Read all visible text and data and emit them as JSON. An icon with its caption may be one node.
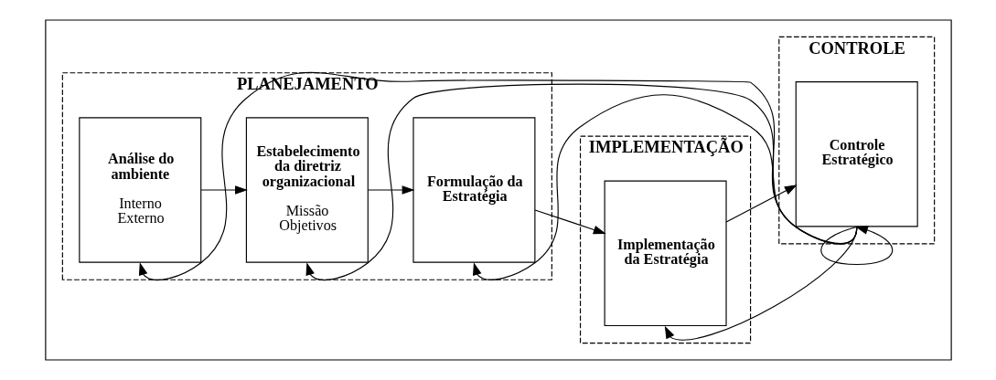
{
  "diagram": {
    "nodes": [
      {
        "text": [],
        "shape": "box"
      },
      {
        "text": [
          "PLANEJAMENTO"
        ],
        "in": 0
      },
      {
        "text": [
          "Análise do ambiente",
          "Interno Externo"
        ],
        "in": 1
      },
      {
        "text": [
          "Estabelecimento da diretriz organizacional",
          "Missão Objetivos"
        ],
        "in": 1
      },
      {
        "text": [
          "Formulação da Estratégia"
        ],
        "in": 1
      },
      {
        "text": [
          "IMPLEMENTAÇÃO"
        ],
        "in": 0
      },
      {
        "text": [
          "Implementação da Estratégia"
        ],
        "in": 5
      },
      {
        "text": [
          "CONTROLE"
        ],
        "in": 0
      },
      {
        "text": [
          "Controle Estratégico"
        ],
        "in": 7
      }
    ],
    "edges": [
      {
        "from": 2,
        "to": 3,
        "arrow": "to"
      },
      {
        "from": 3,
        "to": 4,
        "arrow": "to"
      },
      {
        "from": 4,
        "to": 6,
        "arrow": "to"
      },
      {
        "from": 6,
        "to": 8,
        "arrow": "to"
      },
      {
        "from": 8,
        "to": 2,
        "arrow": "to"
      },
      {
        "from": 8,
        "to": 3,
        "arrow": "to"
      },
      {
        "from": 8,
        "to": 4,
        "arrow": "to"
      },
      {
        "from": 8,
        "to": 6,
        "arrow": "to"
      },
      {
        "from": 8,
        "to": 8,
        "arrow": "to"
      }
    ]
  }
}
